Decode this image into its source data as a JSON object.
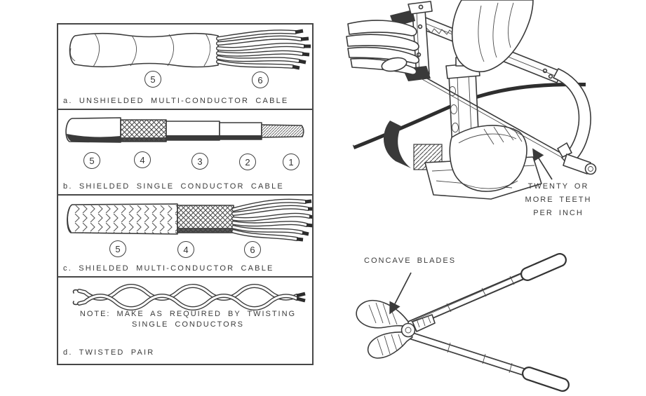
{
  "figure": {
    "background": "#ffffff",
    "ink": "#3a3a3a"
  },
  "cable_diagram": {
    "sections": [
      {
        "caption": "a. UNSHIELDED MULTI-CONDUCTOR CABLE",
        "callouts": [
          "5",
          "6"
        ]
      },
      {
        "caption": "b. SHIELDED SINGLE CONDUCTOR CABLE",
        "callouts": [
          "5",
          "4",
          "3",
          "2",
          "1"
        ]
      },
      {
        "caption": "c. SHIELDED MULTI-CONDUCTOR CABLE",
        "callouts": [
          "5",
          "4",
          "6"
        ]
      },
      {
        "caption": "d. TWISTED PAIR",
        "note_lines": [
          "NOTE: MAKE AS REQUIRED BY TWISTING",
          "SINGLE CONDUCTORS"
        ],
        "callouts": []
      }
    ]
  },
  "hacksaw_figure": {
    "caption_lines": [
      "TWENTY OR",
      "MORE TEETH",
      "PER INCH"
    ]
  },
  "cutter_figure": {
    "caption": "CONCAVE BLADES"
  }
}
